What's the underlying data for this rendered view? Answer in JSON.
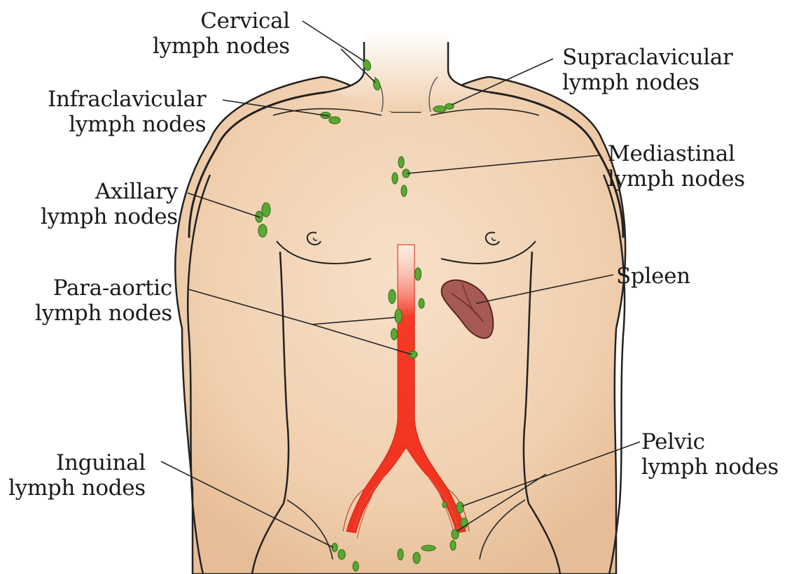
{
  "labels": {
    "cervical": [
      "Cervical",
      "lymph nodes"
    ],
    "supraclavicular": [
      "Supraclavicular",
      "lymph nodes"
    ],
    "infraclavicular": [
      "Infraclavicular",
      "lymph nodes"
    ],
    "mediastinal": [
      "Mediastinal",
      "lymph nodes"
    ],
    "axillary": [
      "Axillary",
      "lymph nodes"
    ],
    "spleen": [
      "Spleen"
    ],
    "para_aortic": [
      "Para-aortic",
      "lymph nodes"
    ],
    "inguinal": [
      "Inguinal",
      "lymph nodes"
    ],
    "pelvic": [
      "Pelvic",
      "lymph nodes"
    ]
  },
  "colors": {
    "skin": "#f2d3b5",
    "skin_shadow": "#e9bf9c",
    "node": "#5aa832",
    "node_dark": "#3d7a22",
    "aorta": "#f22a1a",
    "spleen": "#9b4f4a",
    "outline": "#222222"
  }
}
